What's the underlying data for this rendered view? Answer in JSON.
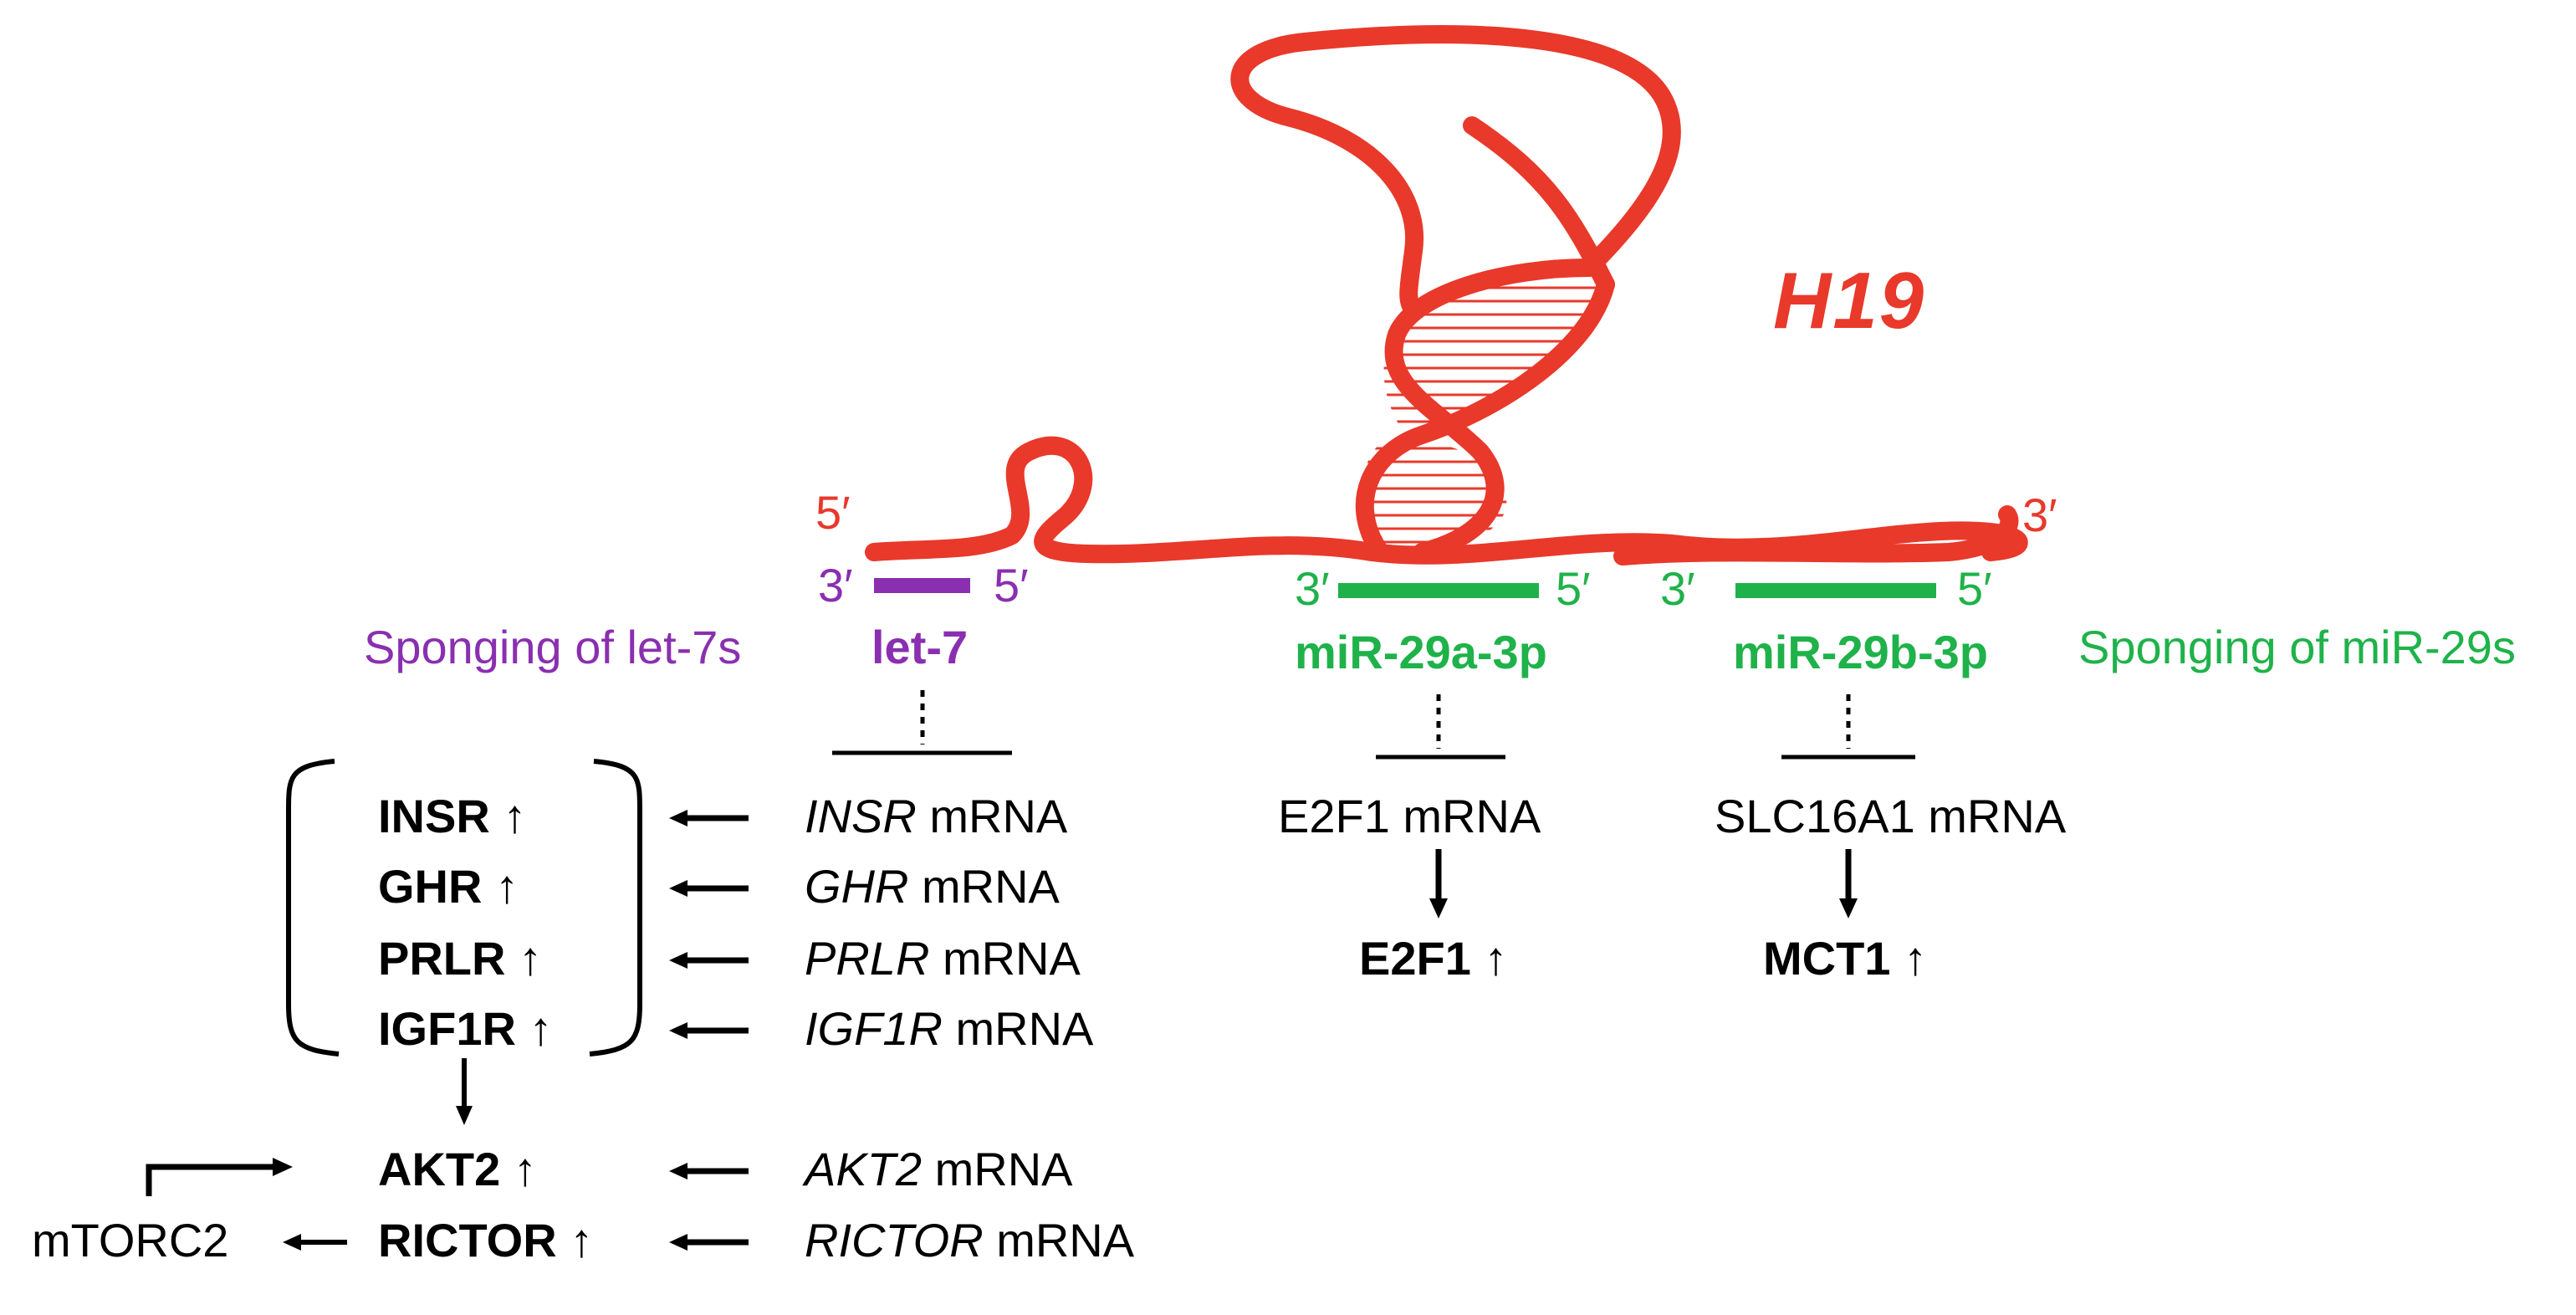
{
  "title": "H19",
  "colors": {
    "rna": "#e8392b",
    "let7": "#8a2fb0",
    "mir29": "#1fb24a",
    "text": "#000000"
  },
  "ends": {
    "h19_5": "5′",
    "h19_3": "3′",
    "let7_3": "3′",
    "let7_5": "5′",
    "mir29a_3": "3′",
    "mir29a_5": "5′",
    "mir29b_3": "3′",
    "mir29b_5": "5′"
  },
  "mirnas": {
    "let7": "let-7",
    "mir29a": "miR-29a-3p",
    "mir29b": "miR-29b-3p"
  },
  "sponging": {
    "left": "Sponging of let-7s",
    "right": "Sponging of miR-29s"
  },
  "let7_targets": [
    {
      "protein": "INSR",
      "gene": "INSR",
      "mrna_suffix": " mRNA",
      "up": "↑"
    },
    {
      "protein": "GHR",
      "gene": "GHR",
      "mrna_suffix": " mRNA",
      "up": "↑"
    },
    {
      "protein": "PRLR",
      "gene": "PRLR",
      "mrna_suffix": " mRNA",
      "up": "↑"
    },
    {
      "protein": "IGF1R",
      "gene": "IGF1R",
      "mrna_suffix": " mRNA",
      "up": "↑"
    },
    {
      "protein": "AKT2",
      "gene": "AKT2",
      "mrna_suffix": " mRNA",
      "up": "↑"
    },
    {
      "protein": "RICTOR",
      "gene": "RICTOR",
      "mrna_suffix": " mRNA",
      "up": "↑"
    }
  ],
  "mtorc2": "mTORC2",
  "mir29a_target": {
    "mrna": "E2F1 mRNA",
    "protein": "E2F1",
    "up": "↑"
  },
  "mir29b_target": {
    "mrna": "SLC16A1 mRNA",
    "protein": "MCT1",
    "up": "↑"
  }
}
